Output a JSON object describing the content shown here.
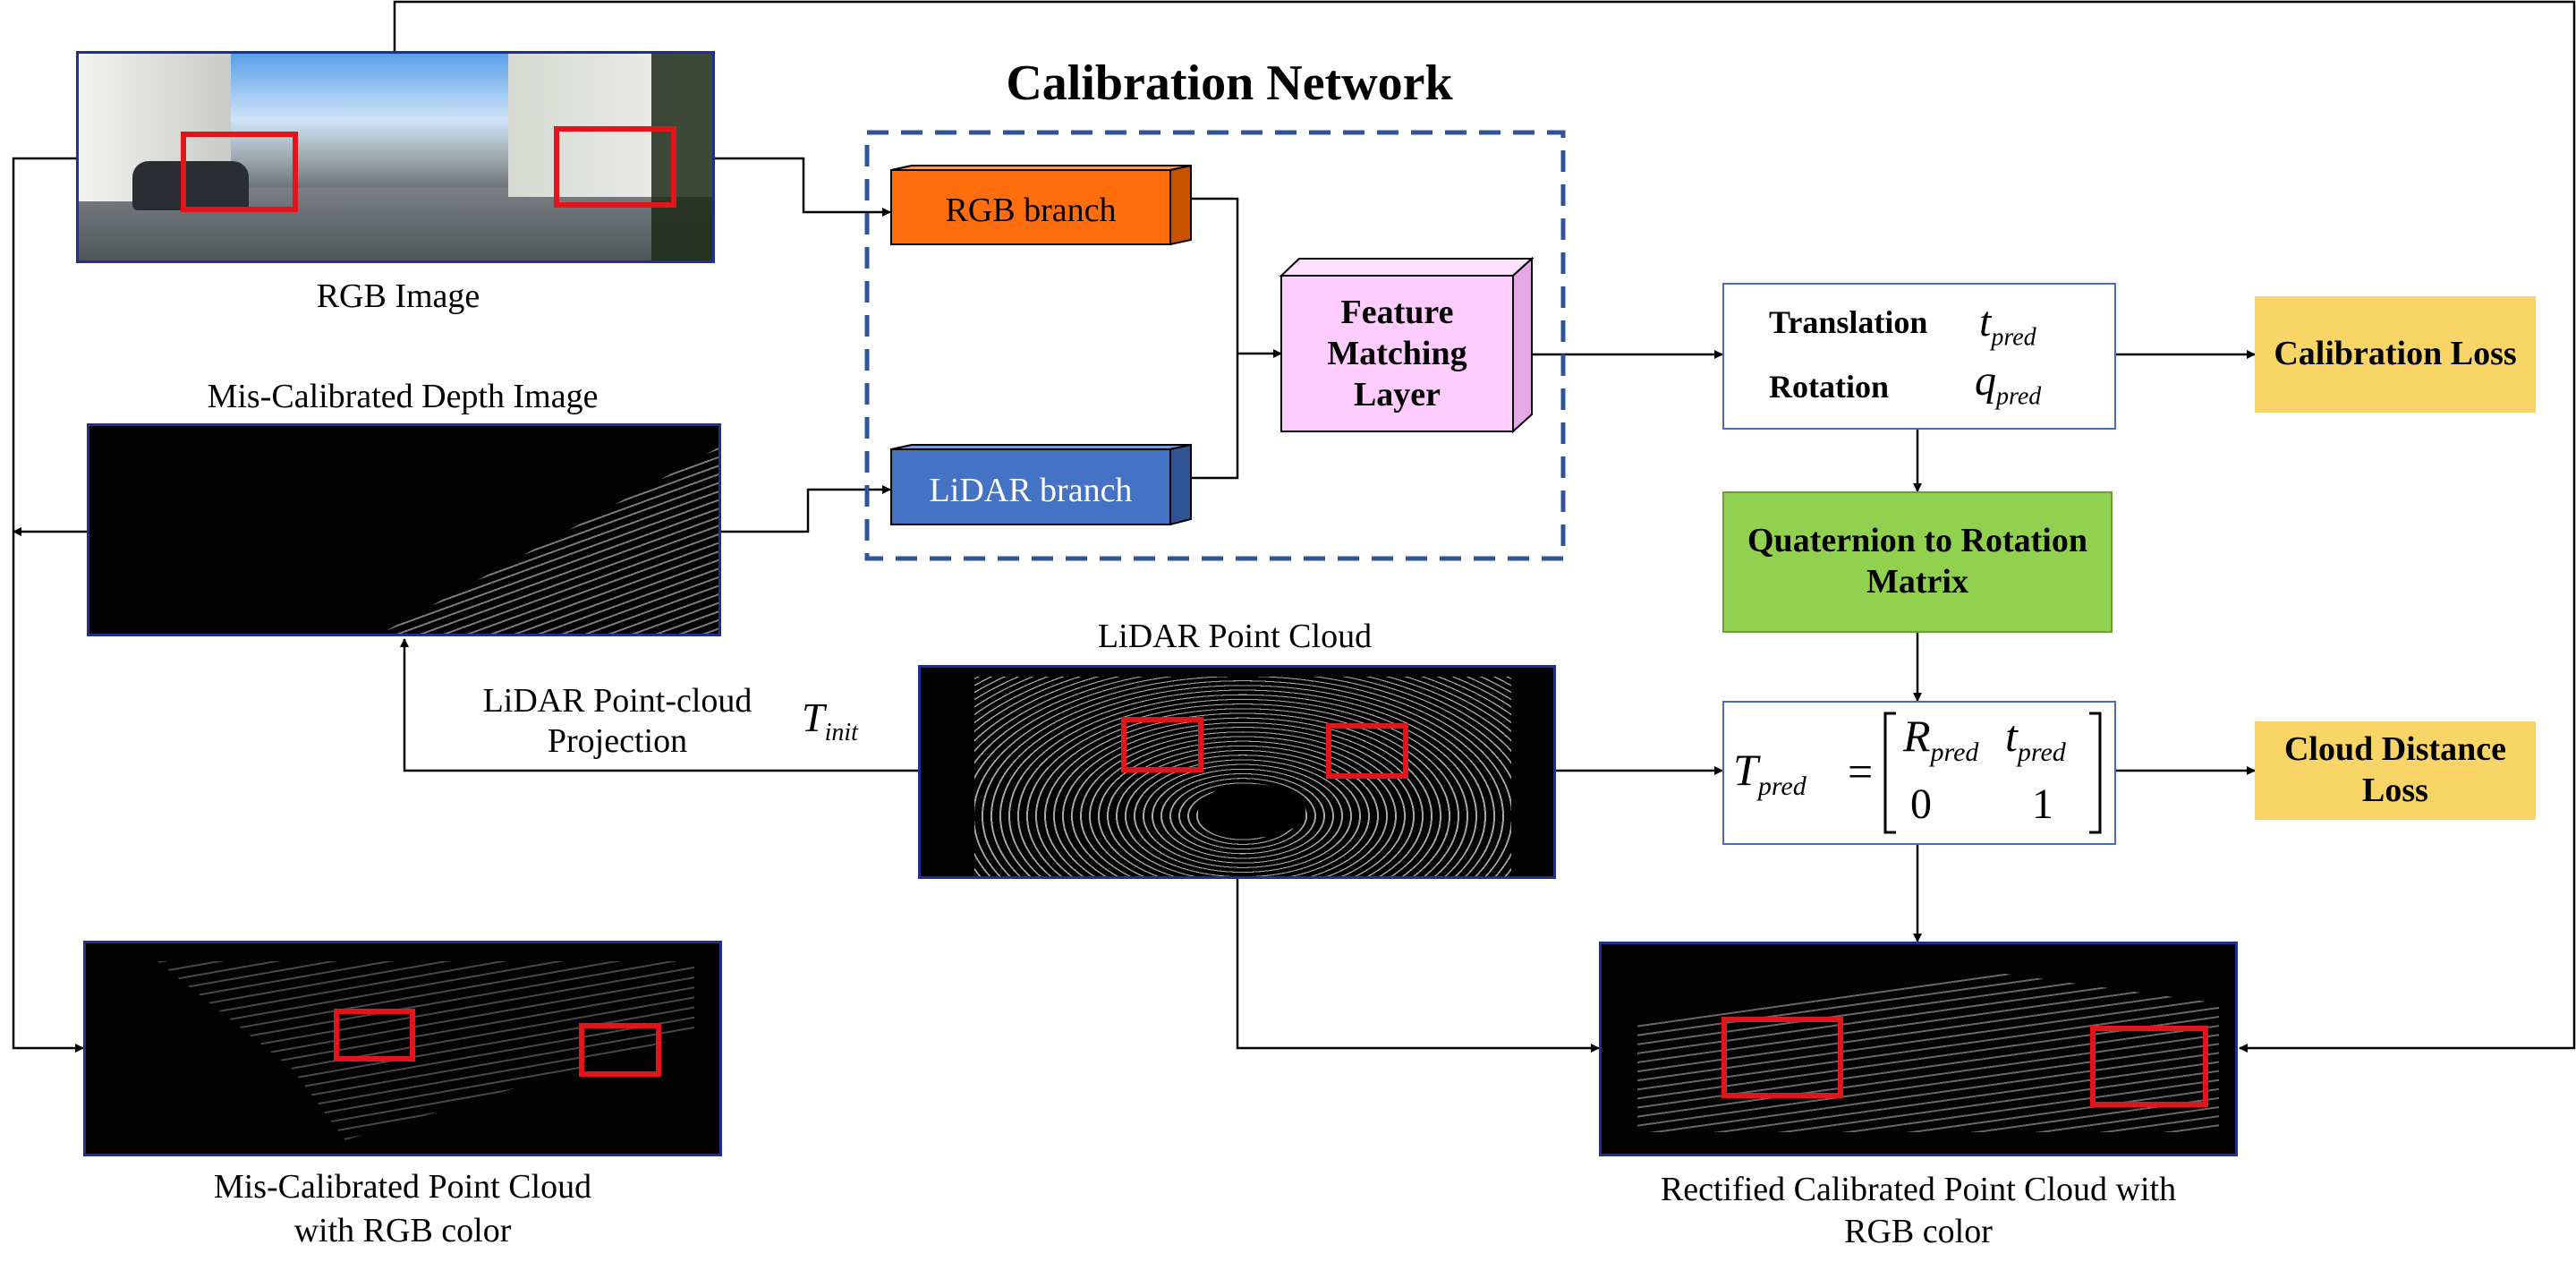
{
  "title": "Calibration Network",
  "inputs": {
    "rgb_image_label": "RGB Image",
    "depth_image_label": "Mis-Calibrated Depth Image",
    "misc_pointcloud_label_line1": "Mis-Calibrated Point Cloud",
    "misc_pointcloud_label_line2": "with RGB color",
    "lidar_pointcloud_label": "LiDAR Point Cloud",
    "projection_label_line1": "LiDAR Point-cloud",
    "projection_label_line2": "Projection",
    "t_init_symbol": "T",
    "t_init_sub": "init"
  },
  "network": {
    "rgb_branch": "RGB branch",
    "lidar_branch": "LiDAR branch",
    "feature_matching_line1": "Feature",
    "feature_matching_line2": "Matching",
    "feature_matching_line3": "Layer"
  },
  "output": {
    "translation_label": "Translation",
    "rotation_label": "Rotation",
    "t_symbol": "t",
    "q_symbol": "q",
    "pred_sub": "pred",
    "quaternion_line1": "Quaternion to Rotation",
    "quaternion_line2": "Matrix",
    "T_symbol": "T",
    "equals": "=",
    "R_symbol": "R",
    "zero": "0",
    "one": "1",
    "calibration_loss": "Calibration Loss",
    "cloud_distance_loss_line1": "Cloud Distance",
    "cloud_distance_loss_line2": "Loss",
    "rectified_line1": "Rectified Calibrated Point Cloud with",
    "rectified_line2": "RGB color"
  },
  "colors": {
    "rgb_branch": "#ff6d0d",
    "lidar_branch": "#4472c4",
    "feature_matching": "#ffccff",
    "quaternion": "#92d050",
    "loss": "#f9d568",
    "dashed_frame": "#2f5597",
    "red_marker": "#e3141a"
  }
}
